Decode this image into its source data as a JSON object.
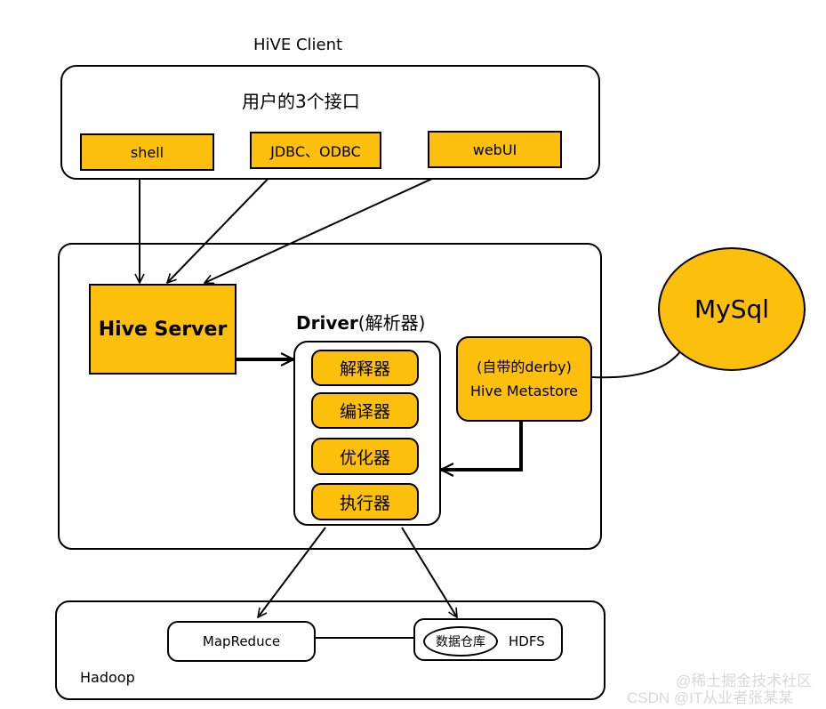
{
  "client": {
    "title": "HiVE   Client",
    "interfaces_label": "用户的3个接口",
    "interfaces": [
      "shell",
      "JDBC、ODBC",
      "webUI"
    ]
  },
  "hive": {
    "server_label": "Hive  Server",
    "driver_title_bold": "Driver",
    "driver_title_rest": "(解析器)",
    "driver_components": [
      "解释器",
      "编译器",
      "优化器",
      "执行器"
    ],
    "metastore_line1": "(自带的derby)",
    "metastore_line2": "Hive Metastore"
  },
  "mysql_label": "MySql",
  "hadoop": {
    "label": "Hadoop",
    "mapreduce_label": "MapReduce",
    "hdfs_label": "HDFS",
    "warehouse_label": "数据仓库"
  },
  "watermarks": {
    "juejin": "@稀土掘金技术社区",
    "csdn": "CSDN @IT从业者张某某"
  },
  "colors": {
    "accent": "#fbbf0c",
    "line": "#000000"
  }
}
